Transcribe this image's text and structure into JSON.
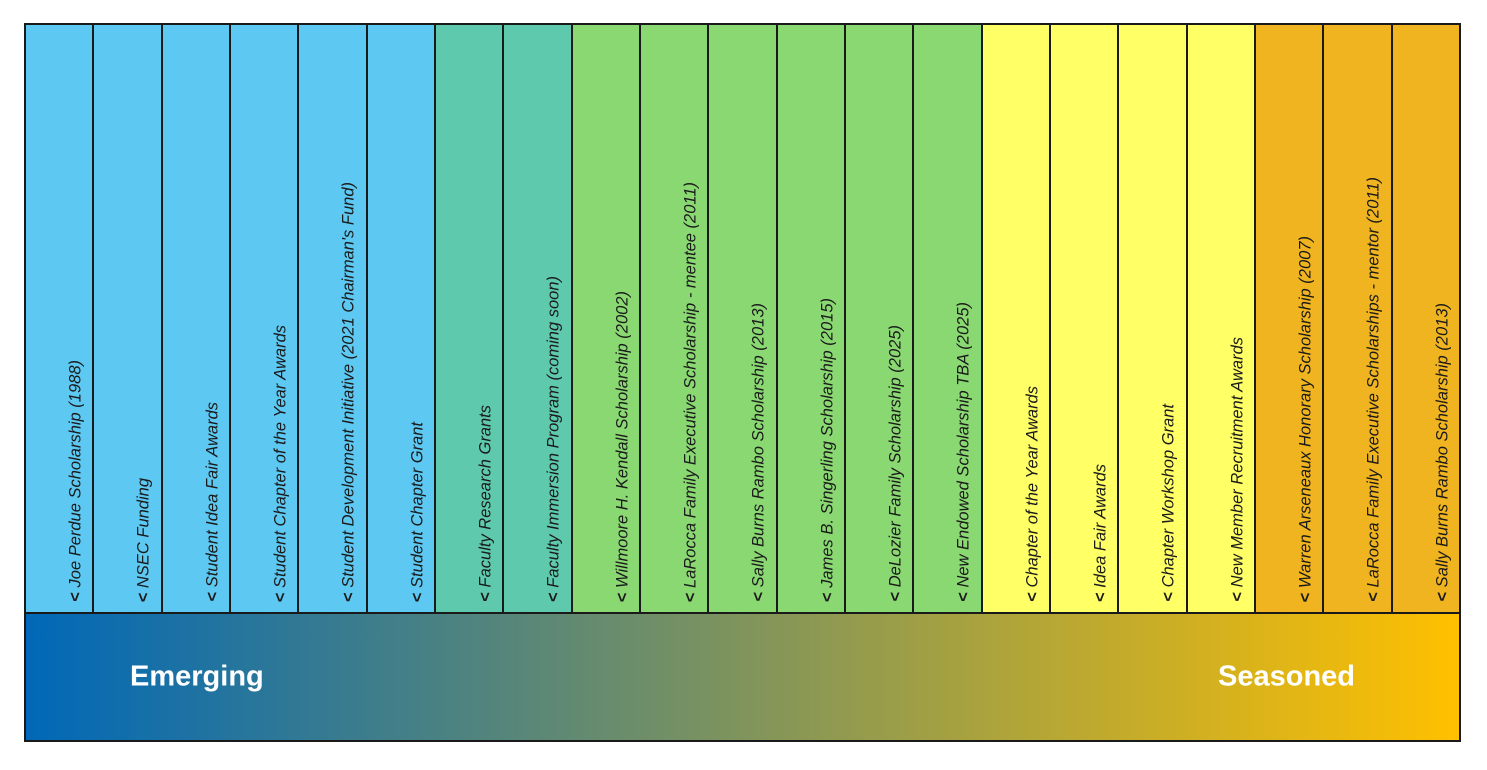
{
  "marker": "<",
  "columns": [
    {
      "label": "Joe Perdue Scholarship (1988)",
      "color": "#5DC8F2"
    },
    {
      "label": "NSEC Funding",
      "color": "#5DC8F2"
    },
    {
      "label": "Student Idea Fair Awards",
      "color": "#5DC8F2"
    },
    {
      "label": "Student Chapter of the Year Awards",
      "color": "#5DC8F2"
    },
    {
      "label": "Student Development Initiative (2021 Chairman's Fund)",
      "color": "#5DC8F2"
    },
    {
      "label": "Student Chapter Grant",
      "color": "#5DC8F2"
    },
    {
      "label": "Faculty Research Grants",
      "color": "#5FC9AE"
    },
    {
      "label": "Faculty Immersion Program (coming soon)",
      "color": "#5FC9AE"
    },
    {
      "label": "Willmoore H. Kendall Scholarship (2002)",
      "color": "#8AD872"
    },
    {
      "label": "LaRocca Family Executive Scholarship - mentee (2011)",
      "color": "#8AD872"
    },
    {
      "label": "Sally Burns Rambo Scholarship (2013)",
      "color": "#8AD872"
    },
    {
      "label": "James B. Singerling Scholarship (2015)",
      "color": "#8AD872"
    },
    {
      "label": "DeLozier Family Scholarship (2025)",
      "color": "#8AD872"
    },
    {
      "label": "New Endowed Scholarship TBA  (2025)",
      "color": "#8AD872"
    },
    {
      "label": "Chapter of the Year Awards",
      "color": "#FFFF66"
    },
    {
      "label": "Idea Fair Awards",
      "color": "#FFFF66"
    },
    {
      "label": "Chapter Workshop Grant",
      "color": "#FFFF66"
    },
    {
      "label": "New Member Recruitment Awards",
      "color": "#FFFF66"
    },
    {
      "label": "Warren Arseneaux Honorary Scholarship (2007)",
      "color": "#F0B420"
    },
    {
      "label": "LaRocca Family Executive Scholarships - mentor (2011)",
      "color": "#F0B420"
    },
    {
      "label": "Sally Burns Rambo Scholarship (2013)",
      "color": "#F0B420"
    }
  ],
  "band": {
    "left_label": "Emerging",
    "right_label": "Seasoned",
    "gradient_start": "#0068B8",
    "gradient_end": "#FFC000"
  }
}
